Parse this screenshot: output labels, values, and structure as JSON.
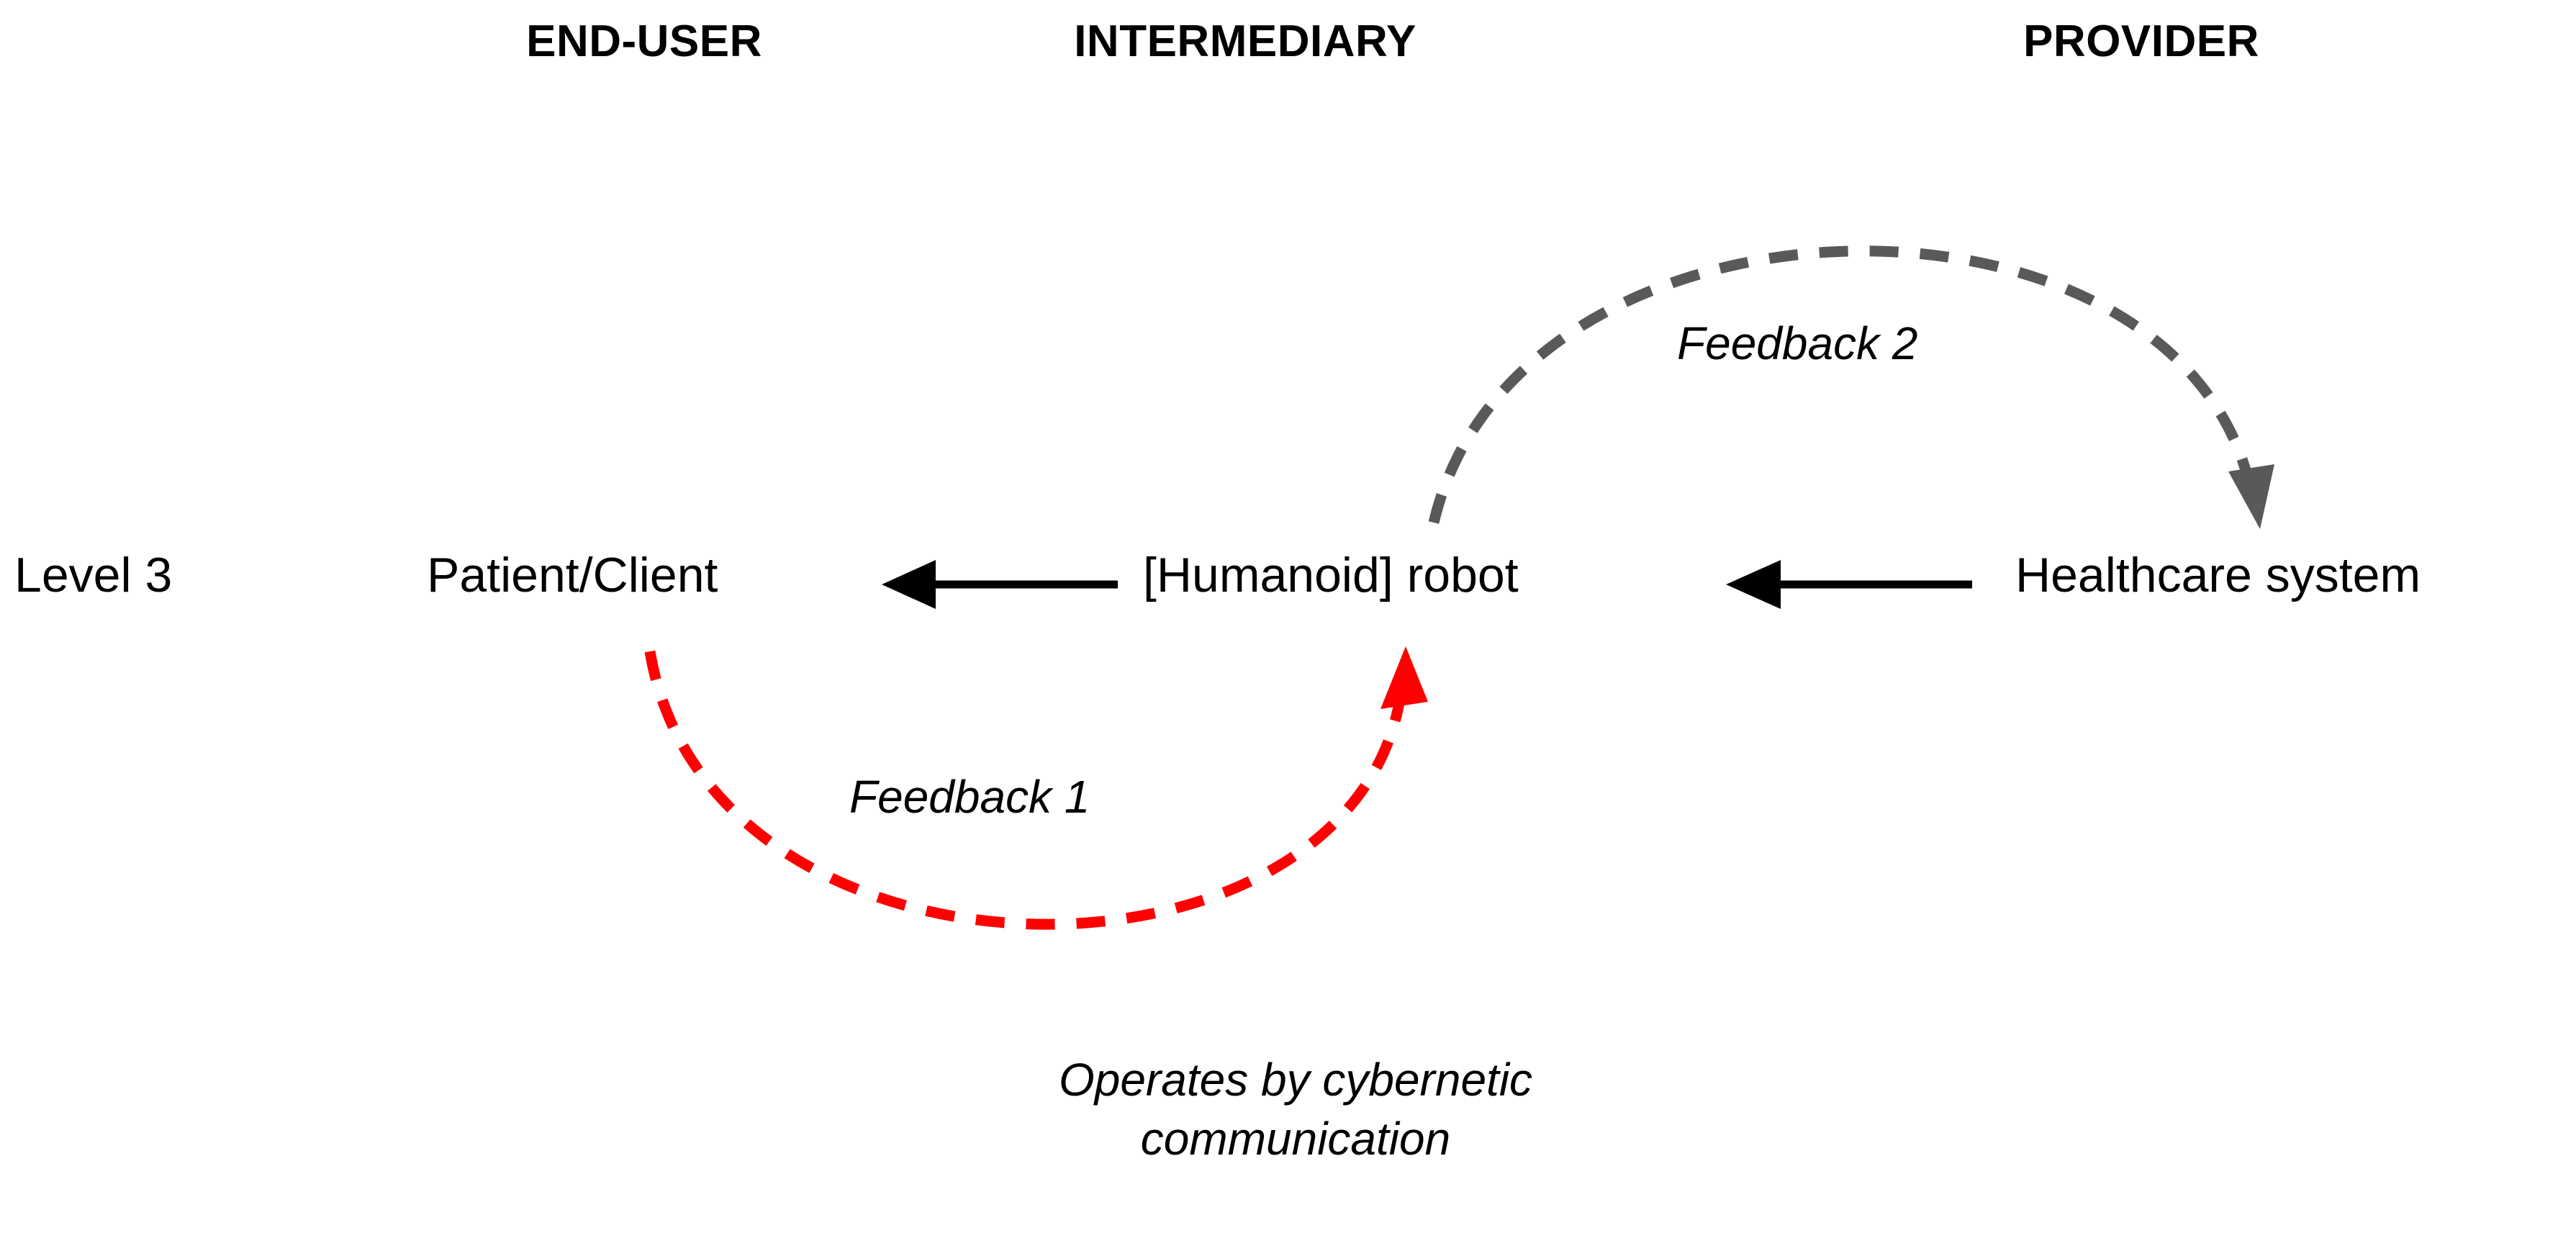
{
  "diagram": {
    "title_row": {
      "columns": [
        {
          "id": "end-user",
          "label": "END-USER"
        },
        {
          "id": "intermediary",
          "label": "INTERMEDIARY"
        },
        {
          "id": "provider",
          "label": "PROVIDER"
        }
      ]
    },
    "level": {
      "label": "Level 3"
    },
    "nodes": [
      {
        "id": "end-user-node",
        "label": "Patient/Client",
        "column": "END-USER"
      },
      {
        "id": "intermediary-node",
        "label": "[Humanoid] robot",
        "column": "INTERMEDIARY"
      },
      {
        "id": "provider-node",
        "label": "Healthcare system",
        "column": "PROVIDER"
      }
    ],
    "flow_arrows": [
      {
        "id": "provider-to-intermediary",
        "from": "Healthcare system",
        "to": "[Humanoid] robot",
        "direction": "left",
        "color": "#000000",
        "style": "solid"
      },
      {
        "id": "intermediary-to-end-user",
        "from": "[Humanoid] robot",
        "to": "Patient/Client",
        "direction": "left",
        "color": "#000000",
        "style": "solid"
      }
    ],
    "feedback_arcs": [
      {
        "id": "feedback-1",
        "label": "Feedback 1",
        "color": "#FF0000",
        "style": "dashed",
        "from": "Patient/Client",
        "to": "[Humanoid] robot",
        "arc": "below"
      },
      {
        "id": "feedback-2",
        "label": "Feedback 2",
        "color": "#595959",
        "style": "dashed",
        "from": "[Humanoid] robot",
        "to": "Healthcare system",
        "arc": "above"
      }
    ],
    "caption": "Operates by cybernetic communication",
    "caption_line_1": "Operates by cybernetic",
    "caption_line_2": "communication",
    "colors": {
      "background": "#FFFFFF",
      "text": "#000000",
      "feedback_1": "#FF0000",
      "feedback_2": "#595959"
    }
  }
}
